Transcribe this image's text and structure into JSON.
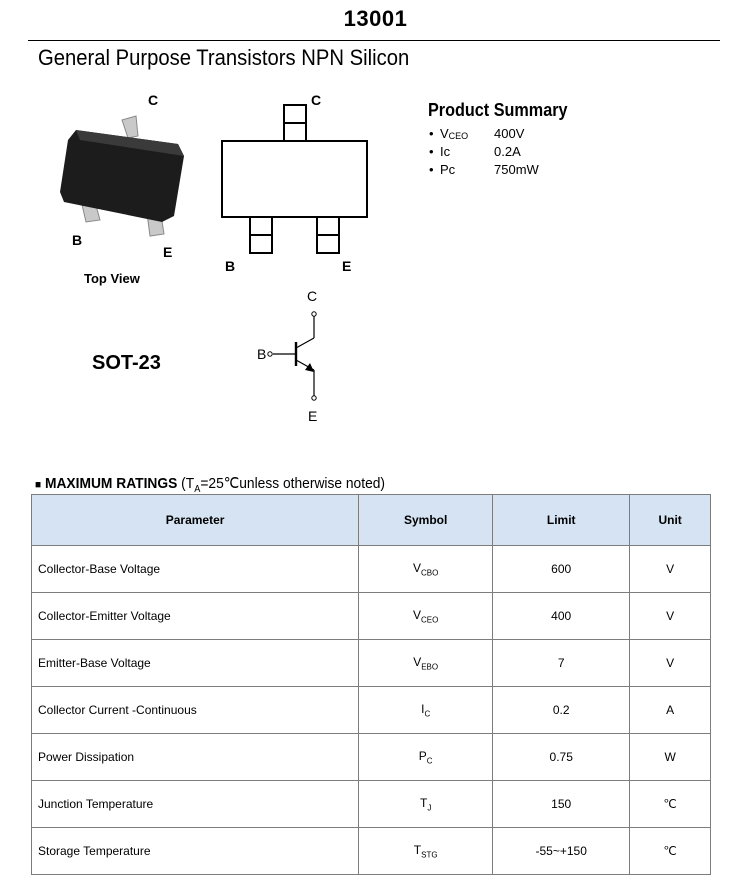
{
  "header": {
    "part_number": "13001",
    "subtitle": "General Purpose Transistors NPN Silicon"
  },
  "package": {
    "pin_c": "C",
    "pin_b": "B",
    "pin_e": "E",
    "top_view_label": "Top View",
    "package_name": "SOT-23"
  },
  "product_summary": {
    "title": "Product Summary",
    "items": [
      {
        "symbol": "V",
        "sub": "CEO",
        "value": "400V"
      },
      {
        "symbol": "Ic",
        "sub": "",
        "value": "0.2A"
      },
      {
        "symbol": "Pc",
        "sub": "",
        "value": "750mW"
      }
    ]
  },
  "ratings": {
    "heading_bold": "MAXIMUM RATINGS",
    "heading_cond_prefix": "(T",
    "heading_cond_sub": "A",
    "heading_cond_suffix": "=25℃unless otherwise noted)",
    "columns": [
      "Parameter",
      "Symbol",
      "Limit",
      "Unit"
    ],
    "rows": [
      {
        "parameter": "Collector-Base Voltage",
        "symbol": "V",
        "symbol_sub": "CBO",
        "limit": "600",
        "unit": "V"
      },
      {
        "parameter": "Collector-Emitter Voltage",
        "symbol": "V",
        "symbol_sub": "CEO",
        "limit": "400",
        "unit": "V"
      },
      {
        "parameter": "Emitter-Base Voltage",
        "symbol": "V",
        "symbol_sub": "EBO",
        "limit": "7",
        "unit": "V"
      },
      {
        "parameter": "Collector Current -Continuous",
        "symbol": "I",
        "symbol_sub": "C",
        "limit": "0.2",
        "unit": "A"
      },
      {
        "parameter": "Power Dissipation",
        "symbol": "P",
        "symbol_sub": "C",
        "limit": "0.75",
        "unit": "W"
      },
      {
        "parameter": "Junction Temperature",
        "symbol": "T",
        "symbol_sub": "J",
        "limit": "150",
        "unit": "℃"
      },
      {
        "parameter": "Storage Temperature",
        "symbol": "T",
        "symbol_sub": "STG",
        "limit": "-55~+150",
        "unit": "℃"
      }
    ]
  }
}
